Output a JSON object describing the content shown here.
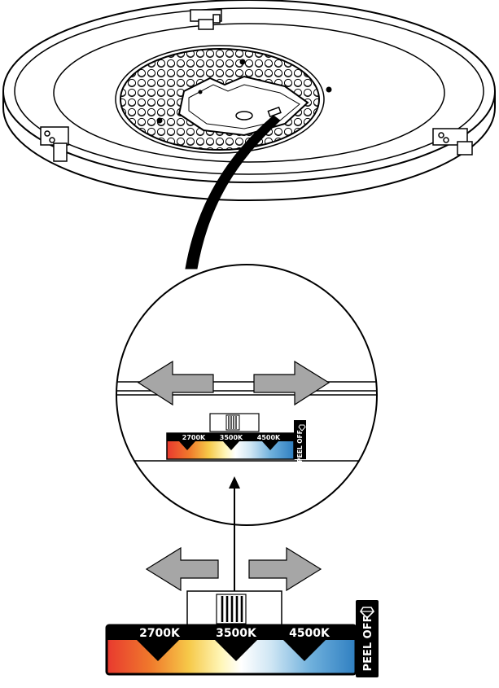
{
  "title": "",
  "colors": {
    "line": "#000000",
    "arrow_fill": "#a6a6a6",
    "warm": "#e8392f",
    "neutral": "#ffffff",
    "cool": "#2f7fc1"
  },
  "icons": [
    "diamond-icon",
    "left-arrow-icon",
    "right-arrow-icon"
  ],
  "zoom": {
    "temps": [
      "2700K",
      "3500K",
      "4500K"
    ],
    "peel_off": "PEEL OFF"
  },
  "bottom": {
    "temps": [
      "2700K",
      "3500K",
      "4500K"
    ],
    "peel_off": "PEEL OFF"
  }
}
